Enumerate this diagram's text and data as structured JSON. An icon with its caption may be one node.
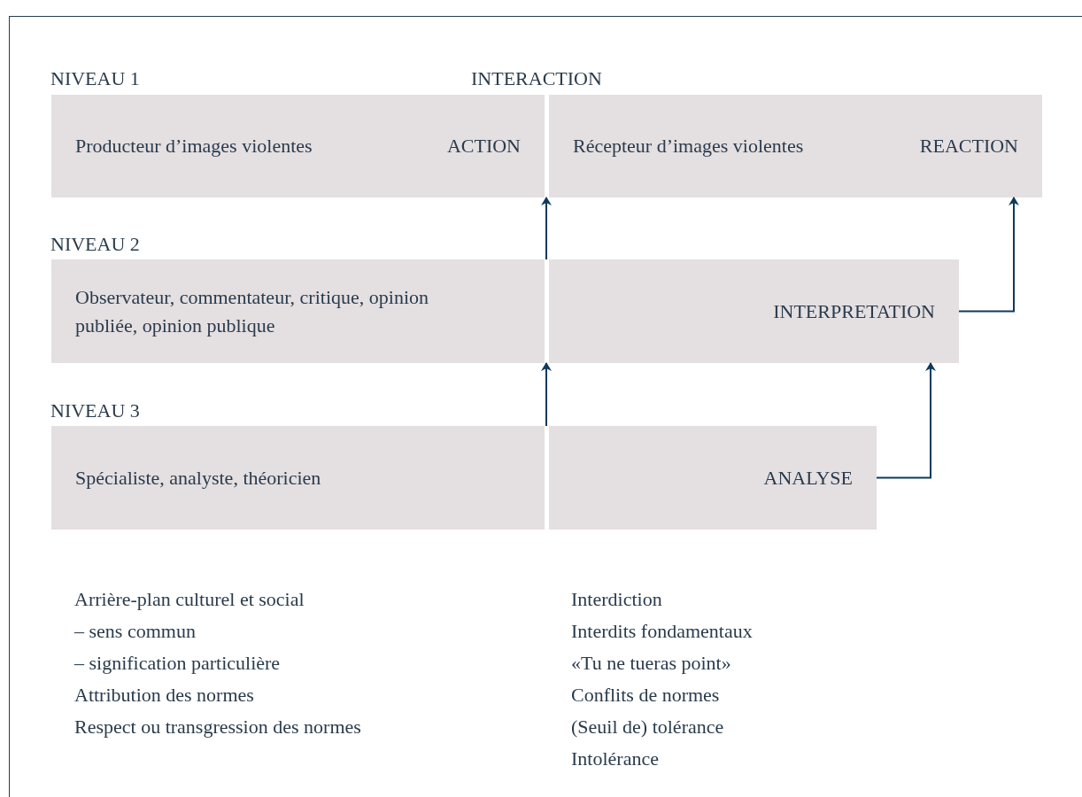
{
  "diagram": {
    "nodes": [
      {
        "text": [
          "Producteur d’images violentes",
          "ACTION"
        ]
      },
      {
        "text": [
          "Récepteur d’images violentes",
          "REACTION"
        ]
      },
      {
        "text": [
          "Observateur, commentateur, critique, opinion publiée, opinion publique"
        ]
      },
      {
        "text": [
          "INTERPRETATION"
        ]
      },
      {
        "text": [
          "Spécialiste, analyste, théoricien"
        ]
      },
      {
        "text": [
          "ANALYSE"
        ]
      }
    ],
    "edges": [
      {
        "from": 2,
        "to": 0,
        "arrow": "to"
      },
      {
        "from": 3,
        "to": 1,
        "arrow": "to"
      },
      {
        "from": 4,
        "to": 2,
        "arrow": "to"
      },
      {
        "from": 5,
        "to": 3,
        "arrow": "to"
      }
    ],
    "labels": [
      "NIVEAU 1",
      "INTERACTION",
      "NIVEAU 2",
      "NIVEAU 3",
      "Arrière-plan culturel et social",
      "– sens commun",
      "– signification particulière",
      "Attribution des normes",
      "Respect ou transgression des normes",
      "Interdiction",
      "Interdits fondamentaux",
      "«Tu ne tueras point»",
      "Conflits de normes",
      "(Seuil de) tolérance",
      "Intolérance"
    ]
  }
}
